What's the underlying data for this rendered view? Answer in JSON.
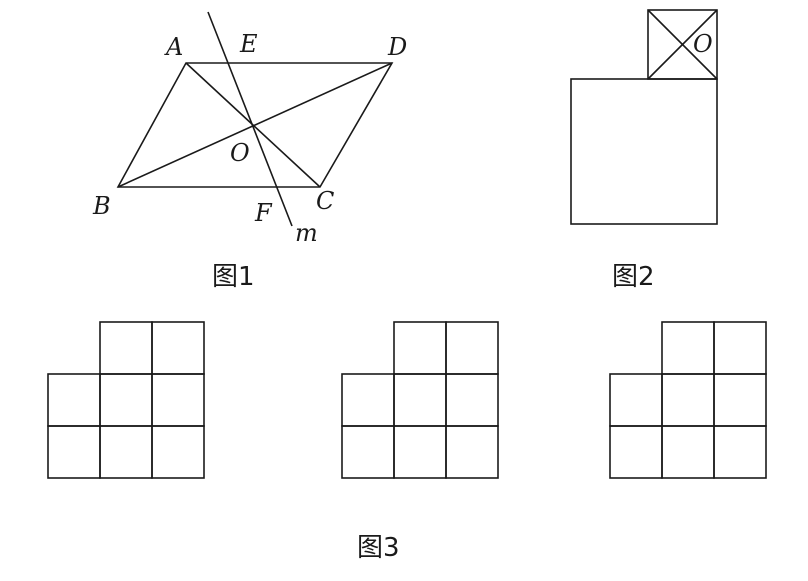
{
  "figure1": {
    "points": {
      "A": "A",
      "E": "E",
      "D": "D",
      "O": "O",
      "B": "B",
      "F": "F",
      "C": "C",
      "m": "m"
    },
    "caption": "图1"
  },
  "figure2": {
    "center_label": "O",
    "caption": "图2"
  },
  "figure3": {
    "caption": "图3",
    "grid_count": 3
  }
}
